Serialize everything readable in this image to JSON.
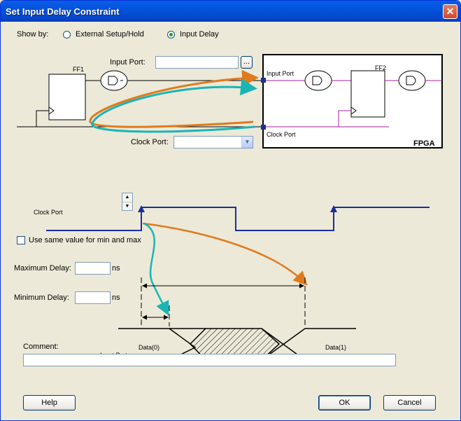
{
  "window": {
    "title": "Set Input Delay Constraint",
    "close_glyph": "✕"
  },
  "show_by": {
    "label": "Show by:",
    "options": [
      {
        "label": "External Setup/Hold",
        "selected": false
      },
      {
        "label": "Input Delay",
        "selected": true
      }
    ]
  },
  "schematic": {
    "ff1_label": "FF1",
    "ff2_label": "FF2",
    "input_port_field_label": "Input Port:",
    "input_port_value": "",
    "browse_label": "...",
    "clock_port_field_label": "Clock Port:",
    "clock_port_value": "",
    "fpga_input_port_label": "Input Port",
    "fpga_clock_port_label": "Clock Port",
    "fpga_label": "FPGA"
  },
  "timing": {
    "clock_port_label": "Clock Port",
    "input_port_label": "Input Port",
    "data0_label": "Data(0)",
    "data1_label": "Data(1)"
  },
  "options": {
    "same_value_label": "Use same value for min and max",
    "same_value_checked": false,
    "max_delay_label": "Maximum Delay:",
    "max_delay_value": "",
    "max_delay_unit": "ns",
    "min_delay_label": "Minimum Delay:",
    "min_delay_value": "",
    "min_delay_unit": "ns"
  },
  "comment": {
    "label": "Comment:",
    "value": ""
  },
  "buttons": {
    "help": "Help",
    "ok": "OK",
    "cancel": "Cancel"
  },
  "colors": {
    "orange_arrow": "#e07a1e",
    "teal_arrow": "#1ab5b5",
    "fpga_signal": "#a020a0",
    "timing_wave": "#1a2f9e"
  }
}
